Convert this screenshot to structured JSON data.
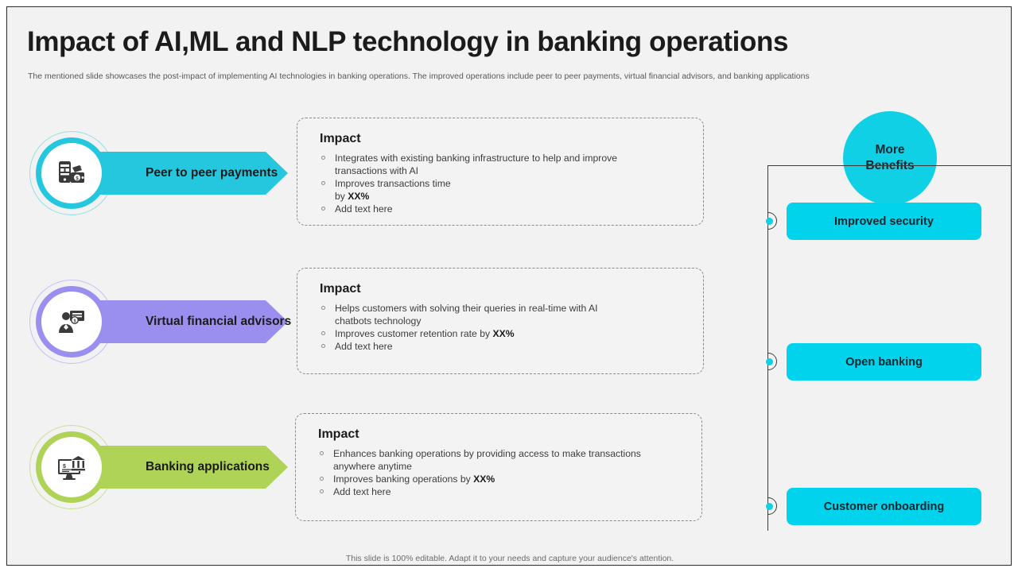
{
  "header": {
    "title": "Impact of AI,ML and NLP technology in banking operations",
    "subtitle": "The mentioned  slide showcases the post-impact of implementing  AI technologies in banking  operations. The  improved operations include peer to peer payments, virtual financial advisors, and banking  applications"
  },
  "colors": {
    "cyan": "#25c7de",
    "purple": "#9a8fef",
    "green": "#afd356",
    "pill_cyan": "#00d3eb",
    "circle_cyan": "#0fd0e4",
    "slide_bg": "#f2f2f2"
  },
  "rows": [
    {
      "label": "Peer to peer payments",
      "icon": "mobile-wallet-payment-icon",
      "color": "#25c7de",
      "card": {
        "title": "Impact",
        "bullets": [
          "Integrates with existing banking infrastructure  to help and improve transactions with AI",
          "Improves  transactions time by XX%",
          "Add text here"
        ],
        "bold_parts": [
          "",
          "XX%",
          ""
        ]
      }
    },
    {
      "label": "Virtual financial advisors",
      "icon": "financial-advisor-icon",
      "color": "#9a8fef",
      "card": {
        "title": "Impact",
        "bullets": [
          "Helps customers with solving their queries  in real-time with AI chatbots technology",
          "Improves  customer retention rate by XX%",
          "Add text here"
        ],
        "bold_parts": [
          "",
          "XX%",
          ""
        ]
      }
    },
    {
      "label": "Banking applications",
      "icon": "desktop-banking-icon",
      "color": "#afd356",
      "card": {
        "title": "Impact",
        "bullets": [
          "Enhances banking operations  by providing  access to make transactions anywhere  anytime",
          "Improves  banking operations  by XX%",
          "Add text here"
        ],
        "bold_parts": [
          "",
          "XX%",
          ""
        ]
      }
    }
  ],
  "benefits": {
    "heading_line1": "More",
    "heading_line2": "Benefits",
    "items": [
      {
        "label": "Improved security"
      },
      {
        "label": "Open banking"
      },
      {
        "label": "Customer onboarding"
      }
    ]
  },
  "footer": {
    "note": "This slide is 100% editable. Adapt it to your needs and capture your audience's attention."
  }
}
